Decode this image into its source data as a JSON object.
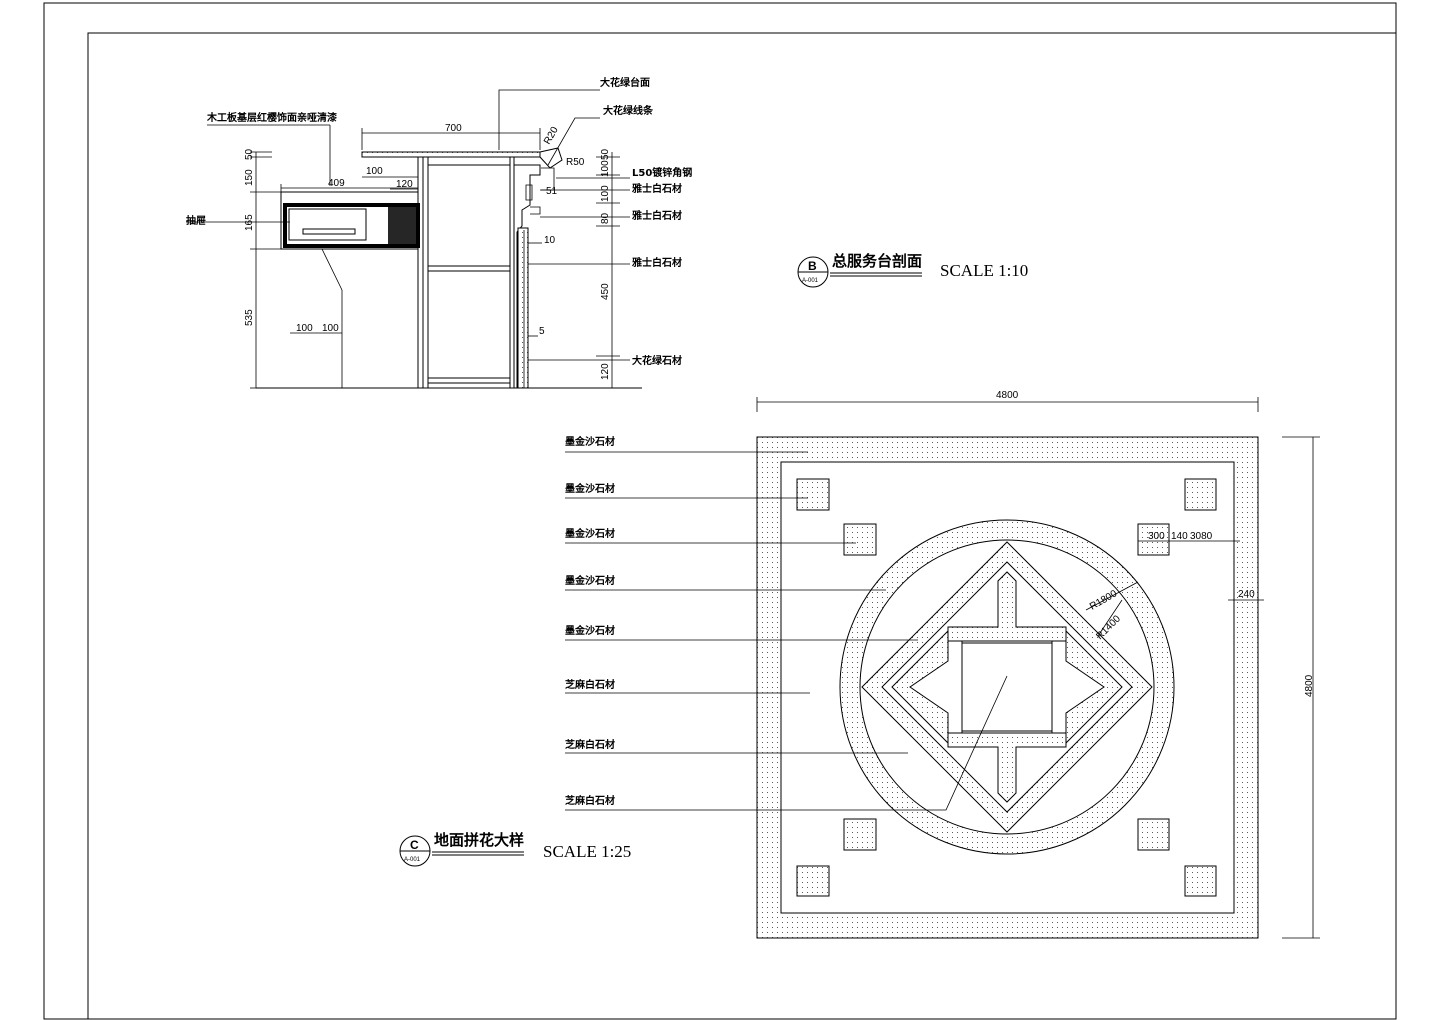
{
  "section_b": {
    "labels": {
      "counter_top": "大花绿台面",
      "edge_strip": "大花绿线条",
      "wood_veneer": "木工板基层红樱饰面亲哑清漆",
      "drawer": "抽屉",
      "steel_angle": "L50镀锌角钢",
      "white_stone_1": "雅士白石材",
      "white_stone_2": "雅士白石材",
      "white_stone_3": "雅士白石材",
      "base_stone": "大花绿石材"
    },
    "dims": {
      "top_width": "700",
      "d409": "409",
      "d100a": "100",
      "d120a": "120",
      "d100b": "100",
      "d100c": "100",
      "v50": "50",
      "v150": "150",
      "v165": "165",
      "v535": "535",
      "r20": "R20",
      "r50": "R50",
      "d51": "51",
      "r50b": "50",
      "r100": "100",
      "r100b": "100",
      "r80": "80",
      "r450": "450",
      "r120": "120",
      "d5": "5",
      "d10": "10"
    },
    "title": {
      "bubble_letter": "B",
      "bubble_ref": "A-001",
      "name": "总服务台剖面",
      "scale": "SCALE 1:10"
    }
  },
  "section_c": {
    "labels": [
      "墨金沙石材",
      "墨金沙石材",
      "墨金沙石材",
      "墨金沙石材",
      "墨金沙石材",
      "芝麻白石材",
      "芝麻白石材",
      "芝麻白石材"
    ],
    "dims": {
      "width": "4800",
      "height": "4800",
      "d300": "300",
      "d140": "140",
      "d3080": "3080",
      "d240": "240",
      "r1800": "R1800",
      "r1400": "R1400"
    },
    "title": {
      "bubble_letter": "C",
      "bubble_ref": "A-001",
      "name": "地面拼花大样",
      "scale": "SCALE 1:25"
    }
  }
}
